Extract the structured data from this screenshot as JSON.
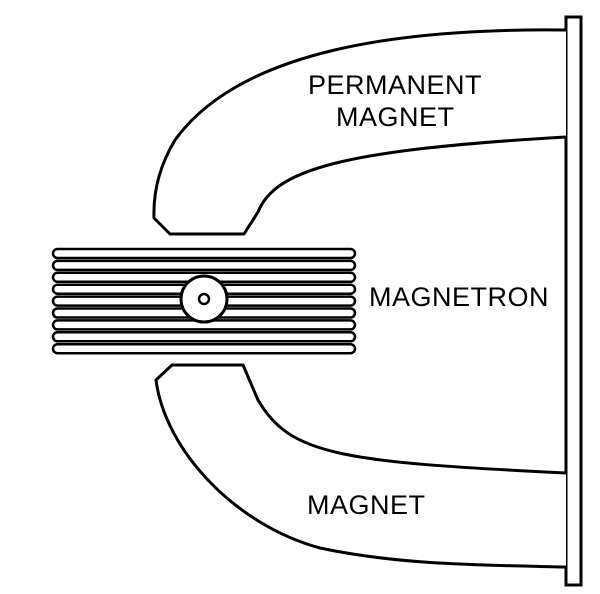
{
  "labels": {
    "permanent": "PERMANENT",
    "magnet_top": "MAGNET",
    "magnetron": "MAGNETRON",
    "magnet_bottom": "MAGNET"
  },
  "colors": {
    "stroke": "#000000",
    "background": "#ffffff"
  },
  "magnetron_fins": 9
}
